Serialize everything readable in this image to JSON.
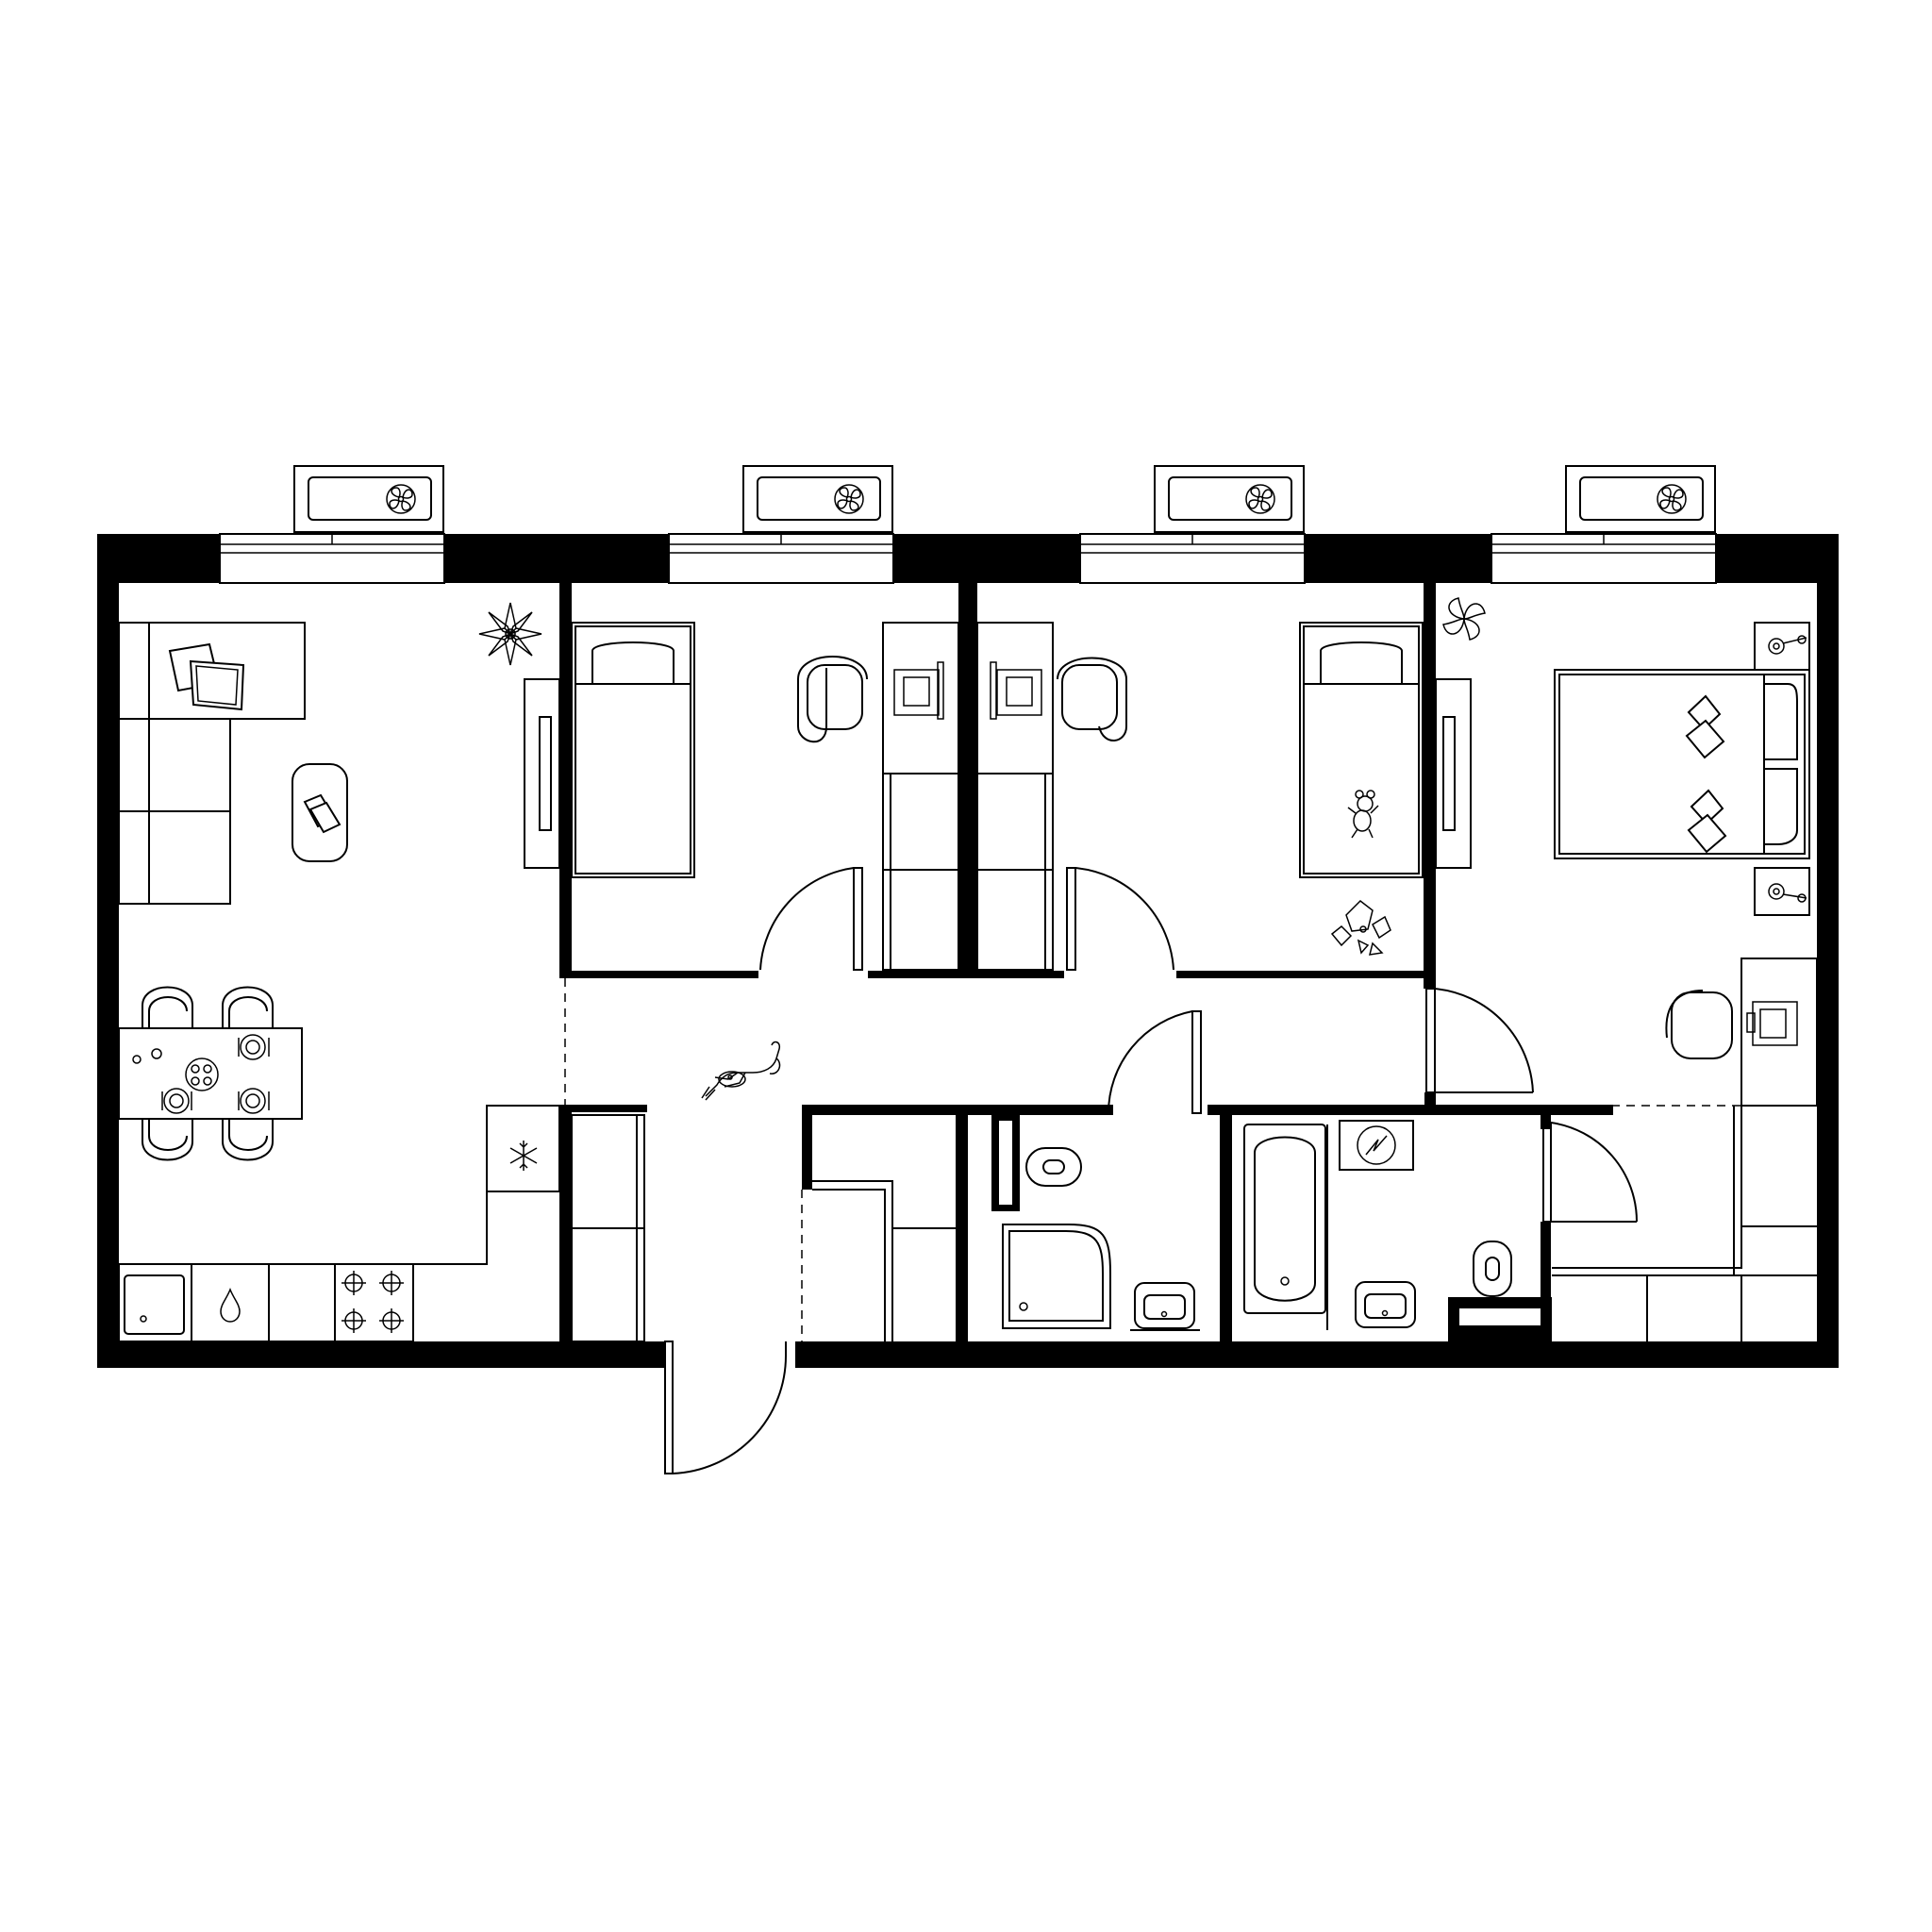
{
  "plan": {
    "rooms": [
      {
        "id": "living-kitchen"
      },
      {
        "id": "bedroom-1"
      },
      {
        "id": "bedroom-2"
      },
      {
        "id": "bedroom-master"
      },
      {
        "id": "hallway"
      },
      {
        "id": "shower-room"
      },
      {
        "id": "bathroom"
      },
      {
        "id": "closet"
      }
    ],
    "icons": {
      "ac_units": "fan-icon",
      "plants": "plant-icon",
      "fridge": "snowflake-icon",
      "sink": "water-drop-icon",
      "stove": "burner-icon",
      "boiler": "boiler-icon",
      "toys": "teddy-bear-icon",
      "pet": "dog-icon"
    },
    "colors": {
      "line": "#000000",
      "background": "#ffffff"
    }
  }
}
